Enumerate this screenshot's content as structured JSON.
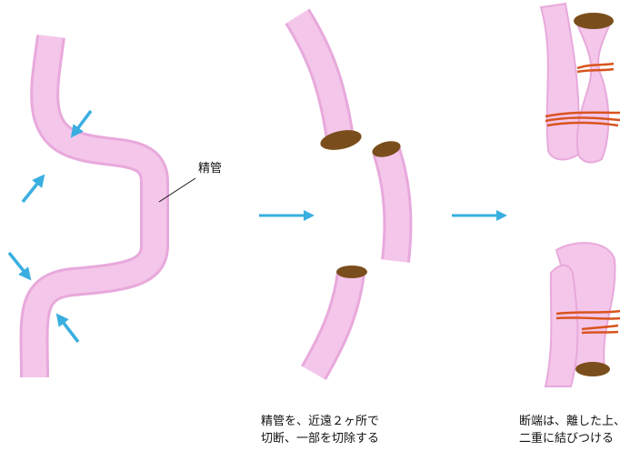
{
  "labels": {
    "vas_deferens": "精管",
    "step2_line1": "精管を、近遠２ヶ所で",
    "step2_line2": "切断、一部を切除する",
    "step3_line1": "断端は、離した上、",
    "step3_line2": "二重に結びつける"
  },
  "colors": {
    "tube": "#f4c6ea",
    "tube_edge": "#e8a9dc",
    "arrow": "#3aaee0",
    "cut_end": "#7a4e1c",
    "tie": "#d9541e"
  }
}
